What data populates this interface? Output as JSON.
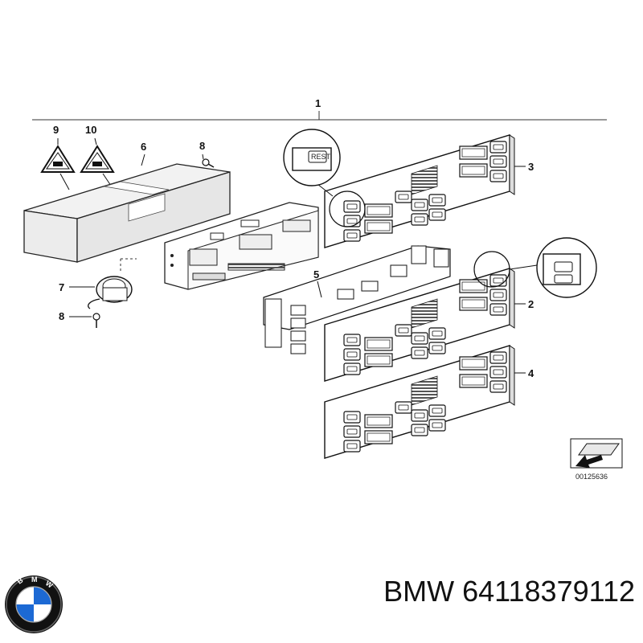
{
  "callouts": {
    "c1": "1",
    "c2": "2",
    "c3": "3",
    "c4": "4",
    "c5": "5",
    "c6": "6",
    "c7": "7",
    "c8a": "8",
    "c8b": "8",
    "c9": "9",
    "c10": "10"
  },
  "button_text": {
    "rest": "REST"
  },
  "diagram_ref": "00125636",
  "part_label": "BMW 64118379112",
  "logo": {
    "text": "BMW",
    "colors": {
      "blue": "#1c69d4",
      "ring": "#111111"
    }
  },
  "icons": [
    "warning-triangle-icon",
    "warning-triangle-icon",
    "arrow-icon",
    "bmw-logo-icon"
  ]
}
